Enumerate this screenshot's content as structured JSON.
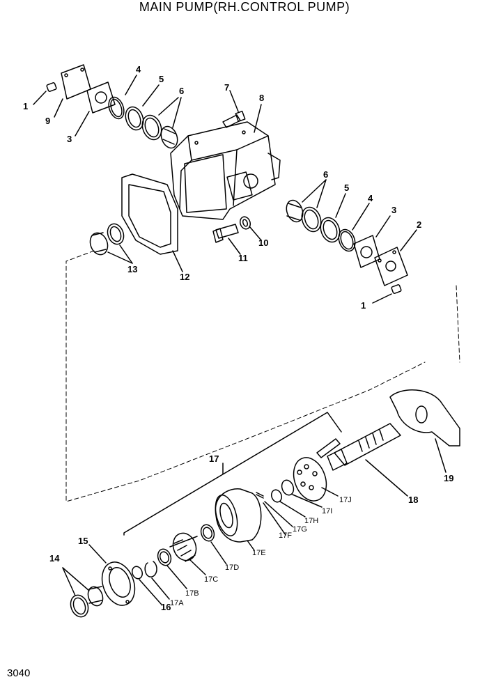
{
  "title": "MAIN PUMP(RH.CONTROL PUMP)",
  "page_number": "3040",
  "labels": {
    "l1a": "1",
    "l1b": "1",
    "l2": "2",
    "l3a": "3",
    "l3b": "3",
    "l4a": "4",
    "l4b": "4",
    "l5a": "5",
    "l5b": "5",
    "l6a": "6",
    "l6b": "6",
    "l7": "7",
    "l8": "8",
    "l9": "9",
    "l10": "10",
    "l11": "11",
    "l12": "12",
    "l13": "13",
    "l14": "14",
    "l15": "15",
    "l16": "16",
    "l17": "17",
    "l17a": "17A",
    "l17b": "17B",
    "l17c": "17C",
    "l17d": "17D",
    "l17e": "17E",
    "l17f": "17F",
    "l17g": "17G",
    "l17h": "17H",
    "l17i": "17I",
    "l17j": "17J",
    "l18": "18",
    "l19": "19"
  }
}
